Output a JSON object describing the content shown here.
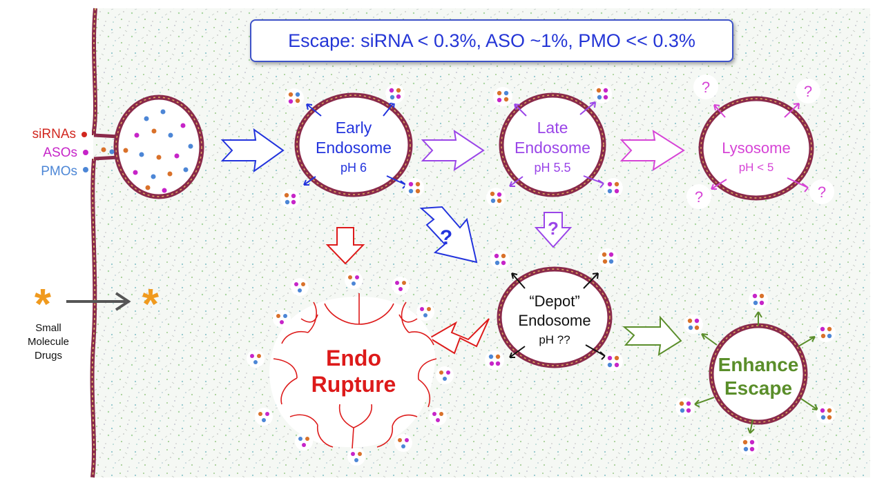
{
  "escape_rates": "Escape: siRNA < 0.3%,  ASO ~1%,  PMO << 0.3%",
  "legend": {
    "sirnas": "siRNAs",
    "asos": "ASOs",
    "pmos": "PMOs"
  },
  "small_molecule": {
    "line1": "Small",
    "line2": "Molecule",
    "line3": "Drugs"
  },
  "early_endosome": {
    "line1": "Early",
    "line2": "Endosome",
    "ph": "pH 6"
  },
  "late_endosome": {
    "line1": "Late",
    "line2": "Endosome",
    "ph": "pH 5.5"
  },
  "lysosome": {
    "name": "Lysosome",
    "ph": "pH < 5",
    "unknown_mark": "?"
  },
  "depot_endosome": {
    "line1": "“Depot”",
    "line2": "Endosome",
    "ph": "pH ??"
  },
  "endo_rupture": {
    "line1": "Endo",
    "line2": "Rupture"
  },
  "enhance_escape": {
    "line1": "Enhance",
    "line2": "Escape"
  },
  "pathway_question": "?",
  "colors": {
    "sirna": "#d1271f",
    "aso": "#c624c8",
    "pmo": "#4c86d6",
    "orange_dot": "#d9712a",
    "blue": "#2233dd",
    "purple": "#9a45e8",
    "magenta": "#d644d6",
    "red": "#dd1a1a",
    "green": "#5a8e2a",
    "small_molecule": "#f09a1e"
  }
}
